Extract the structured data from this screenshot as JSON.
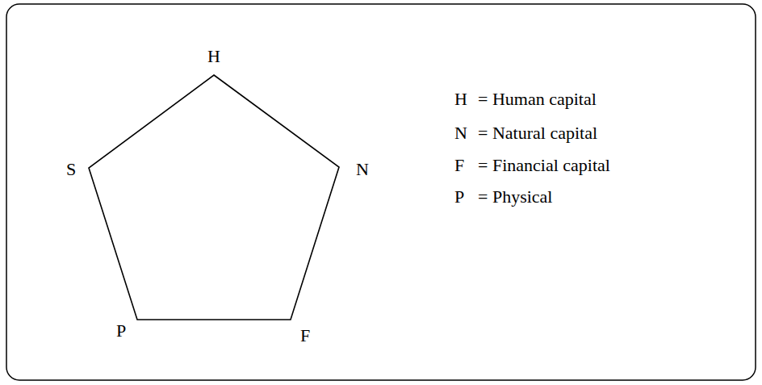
{
  "diagram": {
    "labels": [
      "H",
      "S",
      "N",
      "P",
      "F",
      "H",
      "= Human capital",
      "N",
      "= Natural capital",
      "F",
      "= Financial capital",
      "P",
      "= Physical"
    ]
  }
}
